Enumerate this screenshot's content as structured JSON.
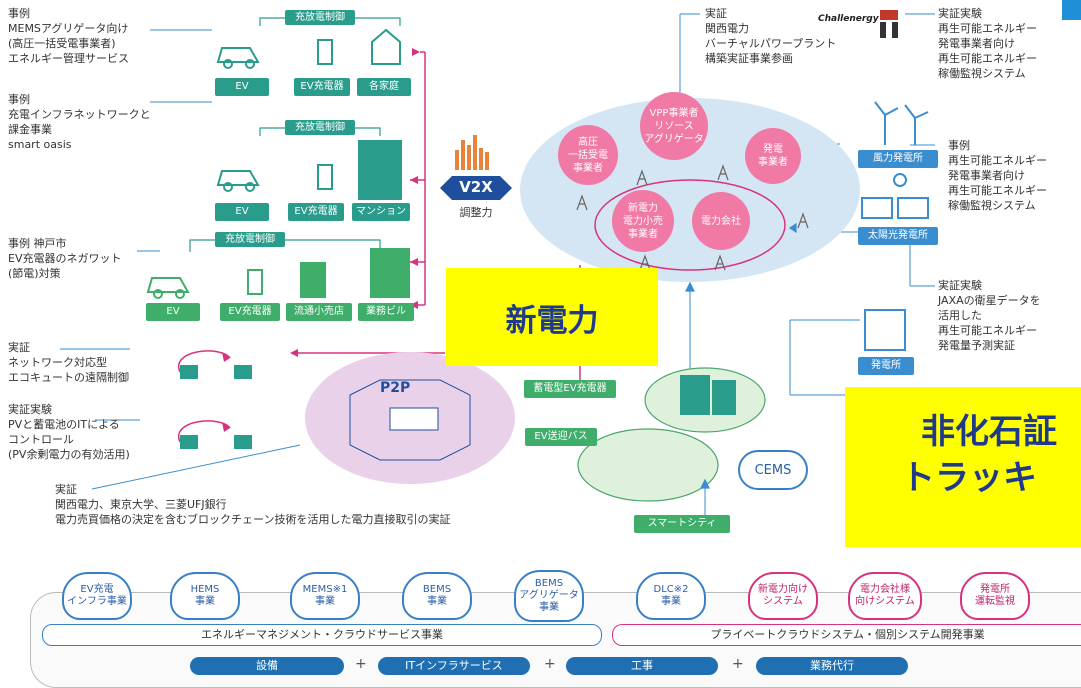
{
  "notes": {
    "mems": {
      "head": "事例",
      "lines": [
        "MEMSアグリゲータ向け",
        "(高圧一括受電事業者)",
        "エネルギー管理サービス"
      ]
    },
    "charging": {
      "head": "事例",
      "lines": [
        "充電インフラネットワークと",
        "課金事業",
        "smart oasis"
      ]
    },
    "kobe": {
      "head": "事例 神戸市",
      "lines": [
        "EV充電器のネガワット",
        "(節電)対策"
      ]
    },
    "ecocute": {
      "head": "実証",
      "lines": [
        "ネットワーク対応型",
        "エコキュートの遠隔制御"
      ]
    },
    "pv_it": {
      "head": "実証実験",
      "lines": [
        "PVと蓄電池のITによる",
        "コントロール",
        "(PV余剰電力の有効活用)"
      ]
    },
    "blockchain": {
      "head": "実証",
      "lines": [
        "関西電力、東京大学、三菱UFJ銀行",
        "電力売買価格の決定を含むブロックチェーン技術を活用した電力直接取引の実証"
      ]
    },
    "vpp": {
      "head": "実証",
      "lines": [
        "関西電力",
        "バーチャルパワープラント",
        "構築実証事業参画"
      ]
    },
    "challenergy": {
      "head": "実証実験",
      "lines": [
        "再生可能エネルギー",
        "発電事業者向け",
        "再生可能エネルギー",
        "稼働監視システム"
      ]
    },
    "wind": {
      "head": "事例",
      "lines": [
        "再生可能エネルギー",
        "発電事業者向け",
        "再生可能エネルギー",
        "稼働監視システム"
      ]
    },
    "jaxa": {
      "head": "実証実験",
      "lines": [
        "JAXAの衛星データを",
        "活用した",
        "再生可能エネルギー",
        "発電量予測実証"
      ]
    }
  },
  "rows": {
    "row1": {
      "control": "充放電制御",
      "ev": "EV",
      "charger": "EV充電器",
      "building": "各家庭"
    },
    "row2": {
      "control": "充放電制御",
      "ev": "EV",
      "charger": "EV充電器",
      "building": "マンション"
    },
    "row3": {
      "control": "充放電制御",
      "ev": "EV",
      "charger": "EV充電器",
      "shop": "流通小売店",
      "building": "業務ビル"
    }
  },
  "v2x": {
    "label": "V2X",
    "caption": "調整力"
  },
  "challenergy_logo": "Challenergy",
  "ellipse": {
    "vpp": "VPP事業者\nリソース\nアグリゲータ",
    "koatsu": "高圧\n一括受電\n事業者",
    "hatsuden": "発電\n事業者",
    "shindenryoku": "新電力\n電力小売\n事業者",
    "denryoku": "電力会社"
  },
  "plants": {
    "wind": "風力発電所",
    "solar": "太陽光発電所",
    "power": "発電所"
  },
  "p2p": "P2P",
  "ev_storage": "蓄電型EV充電器",
  "ev_bus": "EV送迎バス",
  "smart_city": "スマートシティ",
  "cems": "CEMS",
  "overlays": {
    "shindenryoku": "新電力",
    "hikaseki_1": "非化石証",
    "hikaseki_2": "トラッキ"
  },
  "clouds": [
    {
      "label": "EV充電\nインフラ事業"
    },
    {
      "label": "HEMS\n事業"
    },
    {
      "label": "MEMS※1\n事業"
    },
    {
      "label": "BEMS\n事業"
    },
    {
      "label": "BEMS\nアグリゲータ\n事業"
    },
    {
      "label": "DLC※2\n事業"
    },
    {
      "label": "新電力向け\nシステム"
    },
    {
      "label": "電力会社様\n向けシステム"
    },
    {
      "label": "発電所\n運転監視"
    }
  ],
  "bands": {
    "cloud_service": "エネルギーマネジメント・クラウドサービス事業",
    "private": "プライベートクラウドシステム・個別システム開発事業"
  },
  "services": [
    "設備",
    "ITインフラサービス",
    "工事",
    "業務代行"
  ],
  "plus": "+",
  "colors": {
    "teal": "#2a9c8c",
    "pink": "#d8327f",
    "blue": "#1f6fb2",
    "ellipse": "#cfe3f3",
    "overlay": "#ffff00"
  }
}
